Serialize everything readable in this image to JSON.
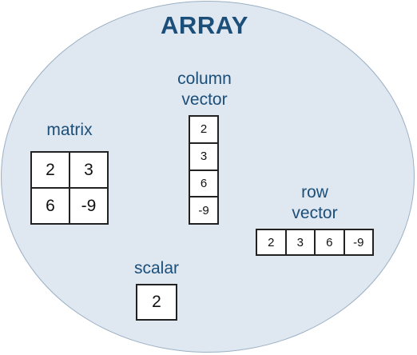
{
  "title": "ARRAY",
  "matrix": {
    "label": "matrix",
    "cells": [
      "2",
      "3",
      "6",
      "-9"
    ]
  },
  "column_vector": {
    "label_line1": "column",
    "label_line2": "vector",
    "cells": [
      "2",
      "3",
      "6",
      "-9"
    ]
  },
  "row_vector": {
    "label_line1": "row",
    "label_line2": "vector",
    "cells": [
      "2",
      "3",
      "6",
      "-9"
    ]
  },
  "scalar": {
    "label": "scalar",
    "cells": [
      "2"
    ]
  },
  "colors": {
    "background_ellipse": "#dfe7f0",
    "title_text": "#1b4f7a",
    "cell_border": "#222222"
  }
}
